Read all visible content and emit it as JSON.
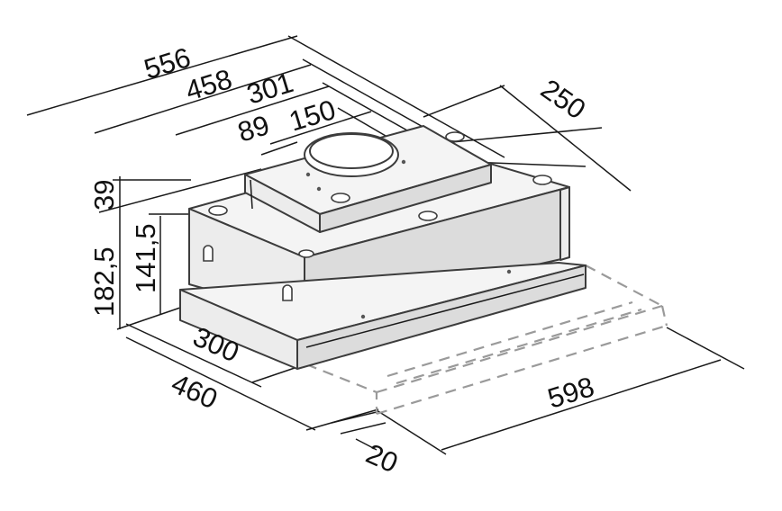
{
  "dimensions": {
    "overall_width": "556",
    "inner_width": "458",
    "body_width": "301",
    "outlet_width": "150",
    "outlet_offset": "89",
    "depth_top": "250",
    "top_height": "39",
    "total_height": "182,5",
    "body_height": "141,5",
    "body_depth": "300",
    "total_depth": "460",
    "extension_width": "598",
    "front_thickness": "20"
  }
}
